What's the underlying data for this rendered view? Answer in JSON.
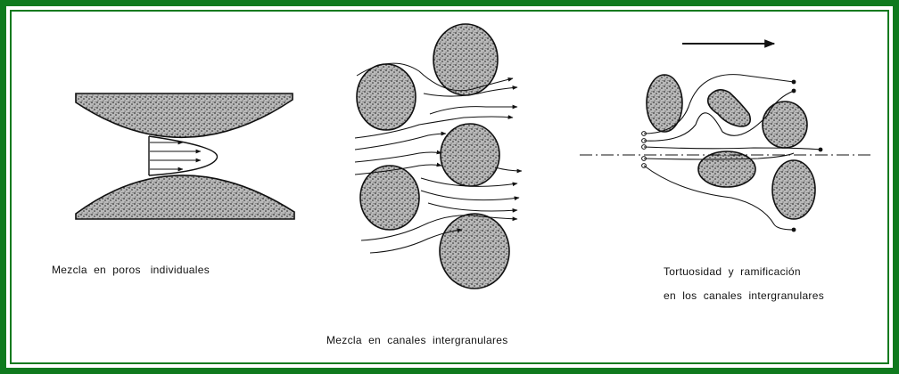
{
  "frame": {
    "border_color": "#0f7a1e",
    "background": "#ffffff"
  },
  "panels": {
    "left": {
      "caption": "Mezcla  en  poros   individuales"
    },
    "middle": {
      "caption": "Mezcla  en  canales  intergranulares"
    },
    "right": {
      "caption_line1": "Tortuosidad  y  ramificación",
      "caption_line2": "en  los  canales  intergranulares"
    }
  },
  "colors": {
    "ink": "#111111",
    "grain_fill": "#8a8a8a"
  }
}
